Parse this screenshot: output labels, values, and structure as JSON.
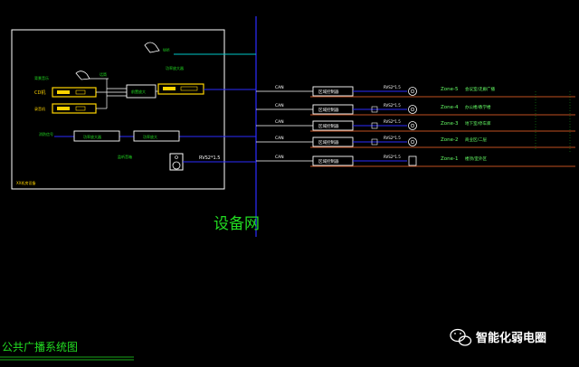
{
  "diagram": {
    "title": "公共广播系统图",
    "network_label": "设备网",
    "control_room_label": "XX机房设备",
    "watermark": "智能化弱电圈",
    "source_labels": {
      "background_music": "背景音乐",
      "cd": "CD机",
      "tape": "录音机",
      "top_unlabeled": "",
      "emergency": "消防信号",
      "mic_label": "话筒"
    },
    "equipment": {
      "matrix": "前置放大",
      "amp_top": "功率放大器",
      "amp_mid": "功率放大器",
      "amp_bottom": "功率放大",
      "monitor_label": "监听音箱",
      "mixer_line": "",
      "cable": "RVS2*1.5",
      "wifi": "Wifi"
    },
    "zone_rows": [
      {
        "link": "CAN",
        "controller": "区域控制器",
        "cable": "RVS2*1.5",
        "zone": "Zone-5",
        "desc": "会议室/走廊广播"
      },
      {
        "link": "CAN",
        "controller": "区域控制器",
        "cable": "RVS2*1.5",
        "zone": "Zone-4",
        "desc": "办公楼/教学楼"
      },
      {
        "link": "CAN",
        "controller": "区域控制器",
        "cable": "RVS2*1.5",
        "zone": "Zone-3",
        "desc": "地下室/停车库"
      },
      {
        "link": "CAN",
        "controller": "区域控制器",
        "cable": "RVS2*1.5",
        "zone": "Zone-2",
        "desc": "商业区/二层"
      },
      {
        "link": "CAN",
        "controller": "区域控制器",
        "cable": "RVS2*1.5",
        "zone": "Zone-1",
        "desc": "楼顶/室外区"
      }
    ],
    "colors": {
      "frame": "#ffffff",
      "network": "#2b2bff",
      "accent": "#ffd400",
      "green": "#22dd22",
      "cyan": "#00c8c8",
      "zone_text": "#66ff66",
      "bus_orange": "#ff6a2a",
      "white": "#ffffff"
    }
  }
}
